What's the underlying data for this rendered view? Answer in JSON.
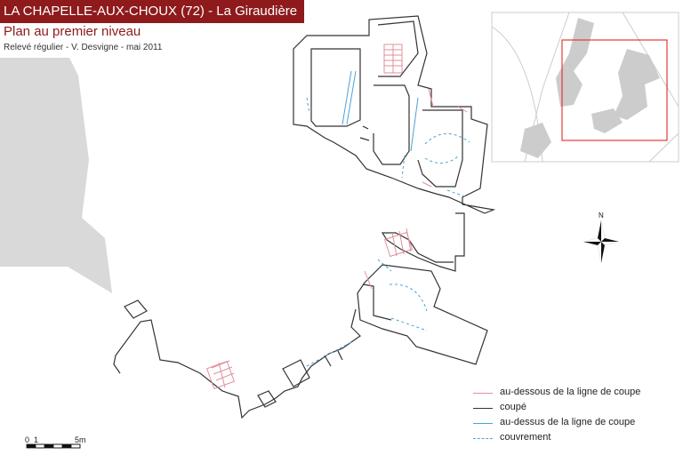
{
  "header": {
    "title": "LA CHAPELLE-AUX-CHOUX (72) - La Giraudière",
    "subtitle": "Plan au premier niveau",
    "credit": "Relevé régulier - V. Desvigne - mai 2011"
  },
  "compass": {
    "label": "N"
  },
  "legend": {
    "items": [
      {
        "label": "au-dessous de la ligne de coupe",
        "color": "#e0909a",
        "style": "solid"
      },
      {
        "label": "coupé",
        "color": "#333333",
        "style": "solid"
      },
      {
        "label": "au-dessus de la ligne de coupe",
        "color": "#4aa3d6",
        "style": "solid"
      },
      {
        "label": "couvrement",
        "color": "#4aa3d6",
        "style": "dashed"
      }
    ]
  },
  "scale": {
    "label_0": "0",
    "label_1": "1",
    "label_5": "5m"
  },
  "colors": {
    "accent": "#8e1a1c",
    "wall": "#333333",
    "context": "#d9d9d9",
    "inset_frame": "#e53935"
  }
}
